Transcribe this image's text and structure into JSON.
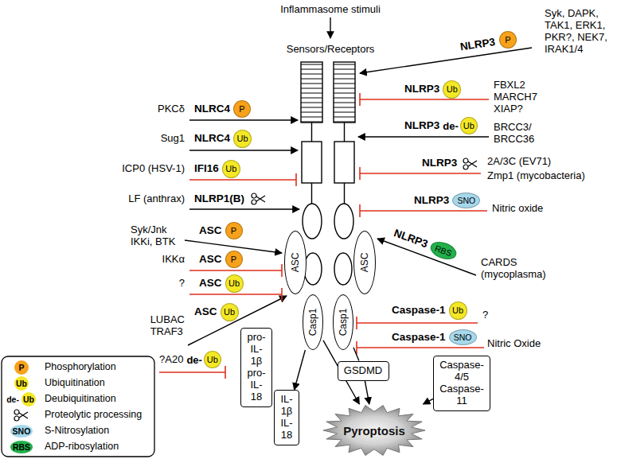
{
  "diagram": {
    "nodes": [
      {
        "text": [
          "P"
        ]
      },
      {
        "text": [
          "Ub"
        ]
      },
      {
        "text": [
          "P"
        ]
      },
      {
        "text": [
          "de-",
          "Ub"
        ]
      },
      {
        "text": [
          "Ub"
        ]
      },
      {
        "text": [
          "Ub"
        ]
      },
      {
        "text": [
          "SNO"
        ]
      },
      {
        "text": [
          "P"
        ]
      },
      {
        "text": [
          "RBS"
        ]
      },
      {
        "text": [
          "P"
        ]
      },
      {
        "text": [
          "ASC"
        ]
      },
      {
        "text": [
          "ASC"
        ]
      },
      {
        "text": [
          "Ub"
        ]
      },
      {
        "text": [
          "Ub"
        ]
      },
      {
        "text": [
          "Ub"
        ]
      },
      {
        "text": [
          "Casp1"
        ]
      },
      {
        "text": [
          "Casp1"
        ]
      },
      {
        "text": [
          "de-",
          "Ub"
        ]
      },
      {
        "text": [
          "pro-IL-1β pro-IL-18"
        ]
      },
      {
        "text": [
          "SNO"
        ]
      },
      {
        "text": [
          "GSDMD"
        ]
      },
      {
        "text": [
          "Caspase-4/5 Caspase-11"
        ]
      },
      {
        "text": [
          "IL-1β IL-18"
        ]
      },
      {
        "text": [
          "Pyroptosis"
        ]
      }
    ],
    "edges": [
      {
        "from": 15,
        "to": 22,
        "arrow": "to"
      },
      {
        "from": 15,
        "to": 23,
        "arrow": "to"
      },
      {
        "from": 16,
        "to": 20,
        "arrow": "none"
      },
      {
        "from": 20,
        "to": 23,
        "arrow": "to"
      },
      {
        "from": 21,
        "to": 23,
        "arrow": "to"
      }
    ],
    "labels": [
      "Inflammasome stimuli",
      "Sensors/Receptors",
      "Syk, DAPK, TAK1, ERK1, PKR?, NEK7, IRAK1/4",
      "NLRP3",
      "NLRP3",
      "FBXL2 MARCH7 XIAP?",
      "PKCδ",
      "NLRC4",
      "NLRP3",
      "BRCC3/ BRCC36",
      "Sug1",
      "NLRC4",
      "NLRP3",
      "2A/3C (EV71)",
      "Zmp1 (mycobacteria)",
      "ICP0 (HSV-1)",
      "IFI16",
      "LF (anthrax)",
      "NLRP1(B)",
      "NLRP3",
      "Nitric oxide",
      "Syk/Jnk IKKi, BTK",
      "ASC",
      "NLRP3",
      "CARDS (mycoplasma)",
      "IKKα",
      "ASC",
      "?",
      "ASC",
      "Caspase-1",
      "?",
      "LUBAC TRAF3",
      "ASC",
      "Caspase-1",
      "Nitric Oxide",
      "?A20",
      "P",
      "Ub",
      "de-",
      "Ub",
      "SNO",
      "RBS"
    ],
    "legend": [
      {
        "text": "Phosphorylation"
      },
      {
        "text": "Ubiquitination"
      },
      {
        "text": "Deubiquitination"
      },
      {
        "text": "Proteolytic processing"
      },
      {
        "text": "S-Nitrosylation"
      },
      {
        "text": "ADP-ribosylation"
      }
    ]
  }
}
